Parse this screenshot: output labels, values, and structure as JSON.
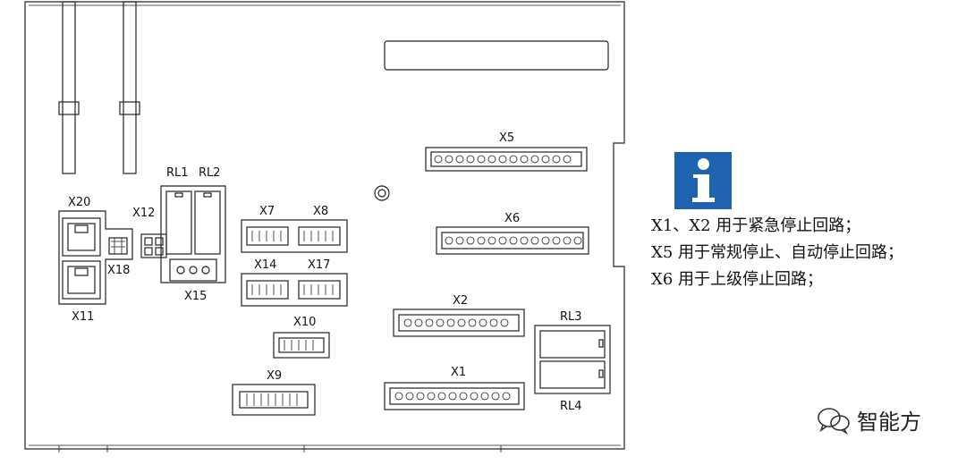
{
  "connectors": {
    "x5": "X5",
    "x6": "X6",
    "x2": "X2",
    "x1": "X1",
    "rl1": "RL1",
    "rl2": "RL2",
    "rl3": "RL3",
    "rl4": "RL4",
    "x12": "X12",
    "x20": "X20",
    "x18": "X18",
    "x11": "X11",
    "x15": "X15",
    "x7": "X7",
    "x8": "X8",
    "x14": "X14",
    "x17": "X17",
    "x10": "X10",
    "x9": "X9"
  },
  "notes": {
    "line1": "X1、X2 用于紧急停止回路；",
    "line2": "X5 用于常规停止、自动停止回路；",
    "line3": "X6 用于上级停止回路；"
  },
  "watermark": {
    "text": "智能方"
  },
  "colors": {
    "info_icon": "#1d63ad",
    "line": "#222222"
  },
  "icons": {
    "info": "info-icon",
    "wechat": "wechat-icon"
  }
}
